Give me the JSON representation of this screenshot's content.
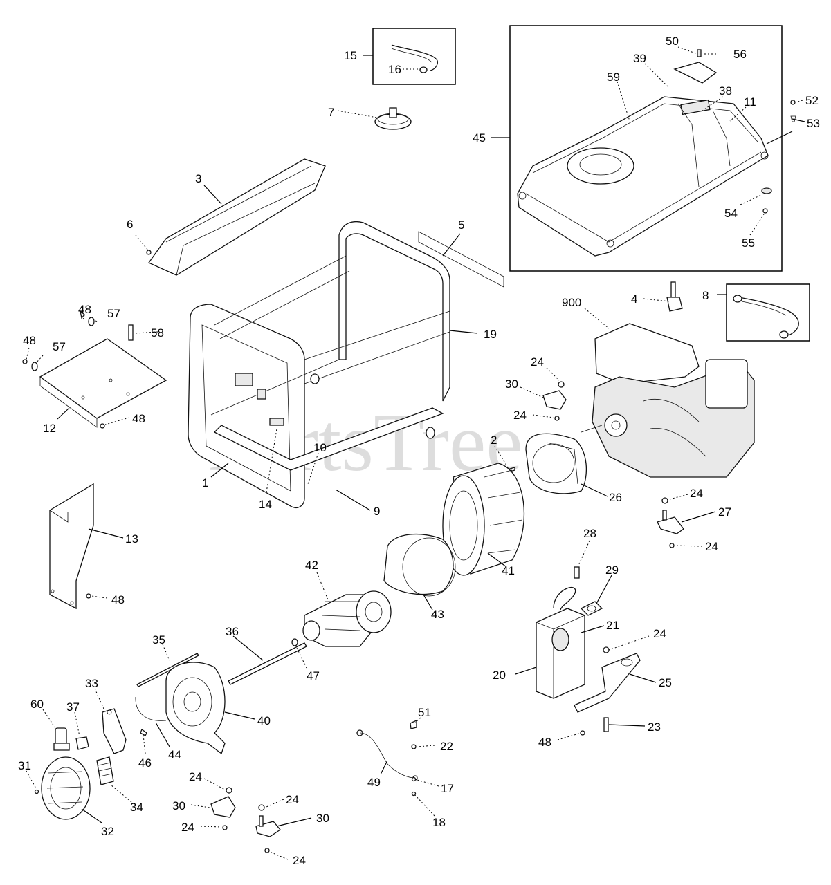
{
  "watermark": "PartsTree",
  "labels": {
    "l1": "1",
    "l2": "2",
    "l3": "3",
    "l4": "4",
    "l5": "5",
    "l6": "6",
    "l7": "7",
    "l8": "8",
    "l9": "9",
    "l10": "10",
    "l11": "11",
    "l12": "12",
    "l13": "13",
    "l14": "14",
    "l15": "15",
    "l16": "16",
    "l17": "17",
    "l18": "18",
    "l19": "19",
    "l20": "20",
    "l21": "21",
    "l22": "22",
    "l23": "23",
    "l24": "24",
    "l25": "25",
    "l26": "26",
    "l27": "27",
    "l28": "28",
    "l29": "29",
    "l30": "30",
    "l31": "31",
    "l32": "32",
    "l33": "33",
    "l34": "34",
    "l35": "35",
    "l36": "36",
    "l37": "37",
    "l38": "38",
    "l39": "39",
    "l40": "40",
    "l41": "41",
    "l42": "42",
    "l43": "43",
    "l44": "44",
    "l45": "45",
    "l46": "46",
    "l47": "47",
    "l48": "48",
    "l49": "49",
    "l50": "50",
    "l51": "51",
    "l52": "52",
    "l53": "53",
    "l54": "54",
    "l55": "55",
    "l56": "56",
    "l57": "57",
    "l58": "58",
    "l59": "59",
    "l60": "60",
    "l900": "900"
  }
}
